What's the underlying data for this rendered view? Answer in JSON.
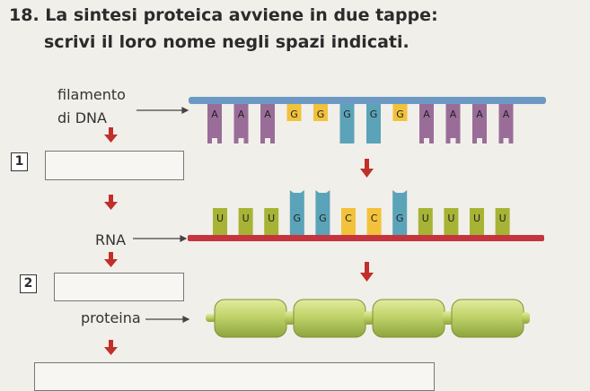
{
  "question": {
    "title": "18. La sintesi proteica avviene in due tappe:",
    "subtitle": "scrivi il loro nome negli spazi indicati."
  },
  "labels": {
    "dna_line1": "filamento",
    "dna_line2": "di DNA",
    "rna": "RNA",
    "protein": "proteina"
  },
  "steps": [
    {
      "number": "1",
      "answer": ""
    },
    {
      "number": "2",
      "answer": ""
    },
    {
      "answer": ""
    }
  ],
  "dna_bases": [
    "A",
    "A",
    "A",
    "G",
    "G",
    "G",
    "G",
    "G",
    "A",
    "A",
    "A",
    "A"
  ],
  "rna_bases": [
    "U",
    "U",
    "U",
    "G",
    "G",
    "C",
    "C",
    "G",
    "U",
    "U",
    "U",
    "U"
  ],
  "colors": {
    "background": "#f1efe9",
    "dna_backbone": "#6c98c4",
    "rna_backbone": "#c4353d",
    "purple_base": "#9a6d99",
    "teal_base": "#5ba3b8",
    "yellow_base": "#f2c23a",
    "green_base": "#a7b335",
    "protein": "#bfd36a",
    "arrow": "#c12f2a"
  }
}
